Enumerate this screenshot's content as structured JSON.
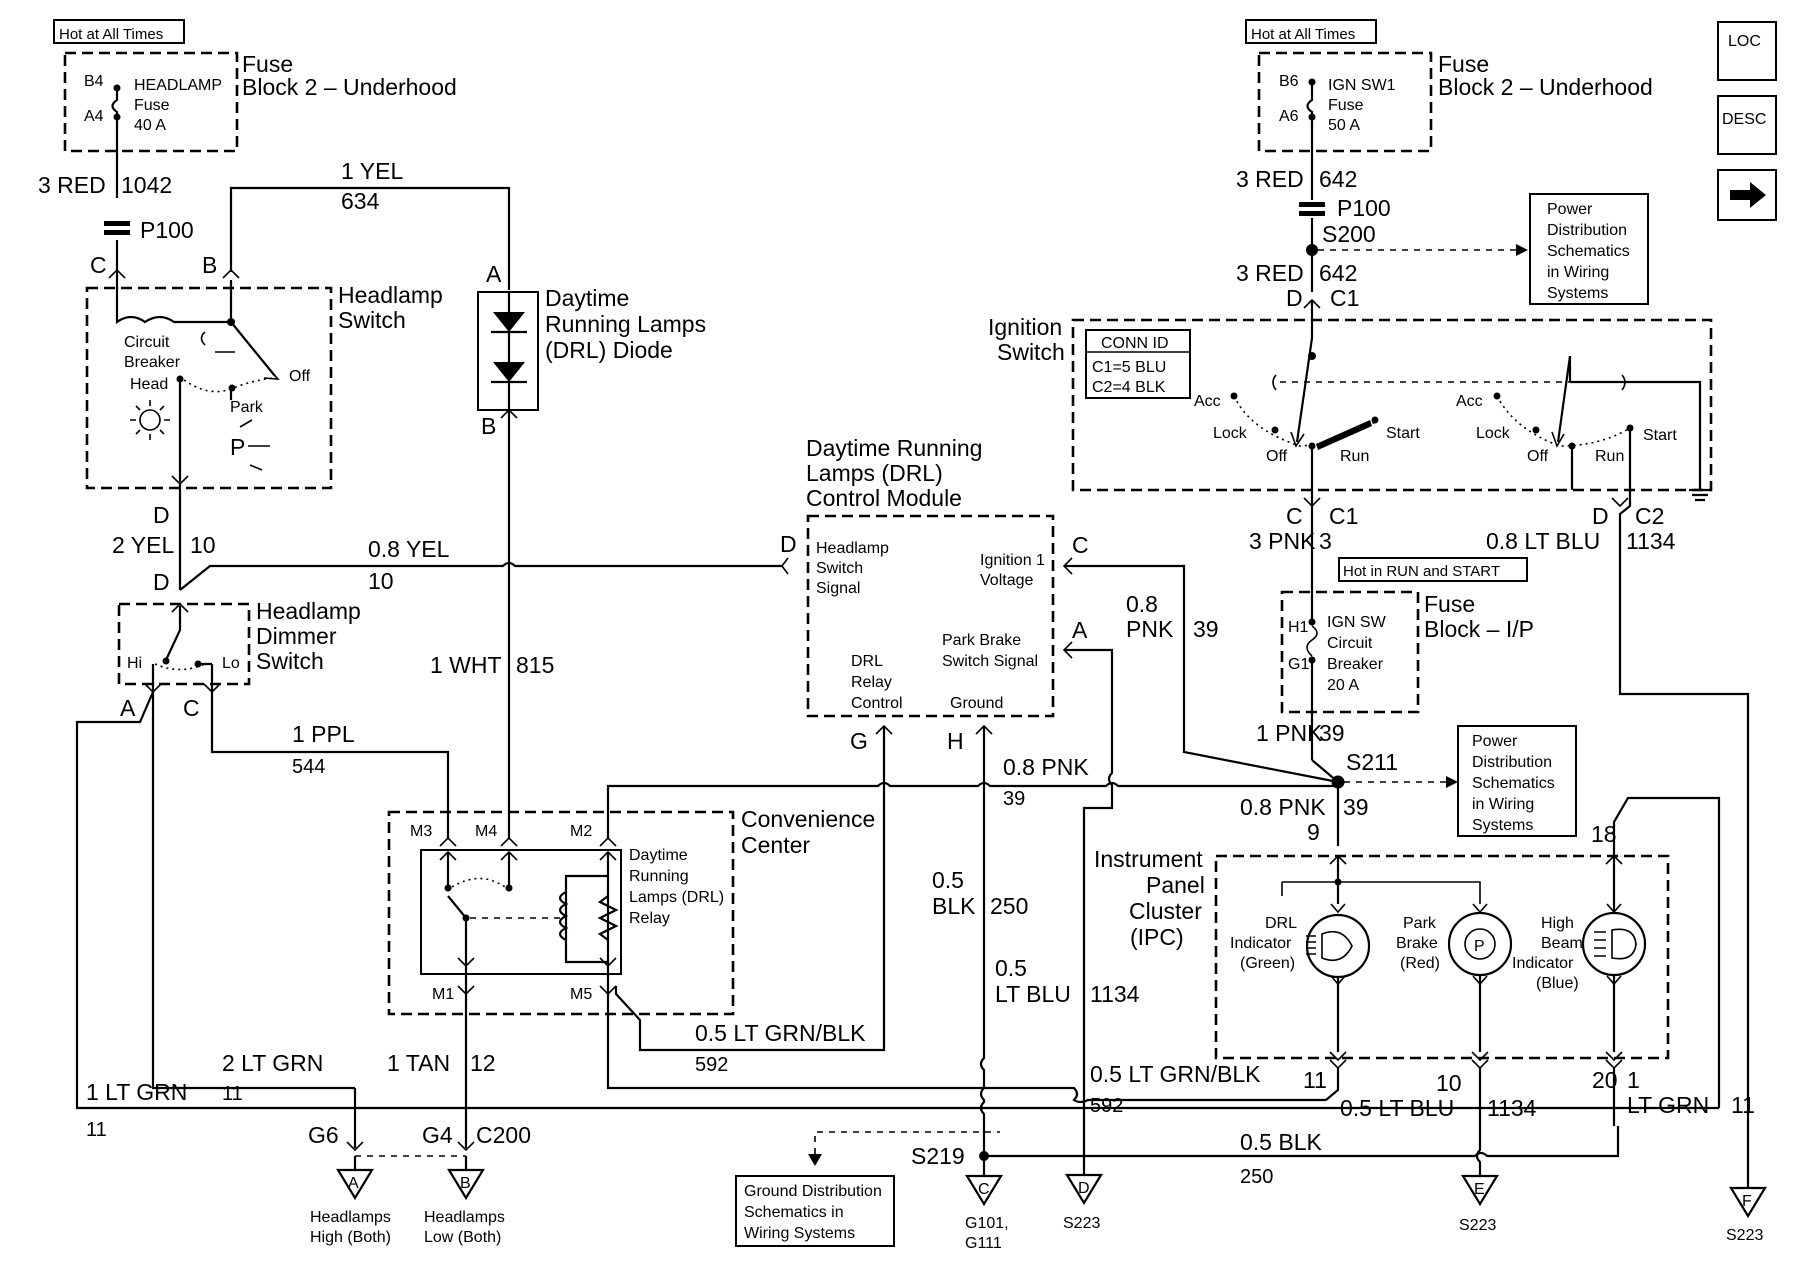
{
  "diagram": {
    "fuse_left": {
      "hot": "Hot at All Times",
      "pin_top": "B4",
      "pin_bot": "A4",
      "name": "HEADLAMP",
      "kind": "Fuse",
      "rating": "40 A",
      "block1": "Fuse",
      "block2": "Block 2 – Underhood"
    },
    "fuse_right": {
      "hot": "Hot at All Times",
      "pin_top": "B6",
      "pin_bot": "A6",
      "name": "IGN SW1",
      "kind": "Fuse",
      "rating": "50 A",
      "block1": "Fuse",
      "block2": "Block 2 – Underhood"
    },
    "nav": {
      "loc": "LOC",
      "desc": "DESC",
      "next": "next"
    },
    "wires": {
      "w_3red_1042": "3 RED",
      "c_1042": "1042",
      "p100_l": "P100",
      "w_1yel": "1 YEL",
      "c_634": "634",
      "w_2yel": "2 YEL",
      "c_10a": "10",
      "w_08yel": "0.8 YEL",
      "c_10b": "10",
      "w_1wht": "1 WHT",
      "c_815": "815",
      "w_1ppl": "1 PPL",
      "c_544": "544",
      "w_2ltgrn": "2 LT GRN",
      "c_11a": "11",
      "w_1ltgrn": "1 LT GRN",
      "c_11b": "11",
      "w_1tan": "1 TAN",
      "c_12": "12",
      "w_05ltgrnblk_a": "0.5 LT GRN/BLK",
      "c_592a": "592",
      "w_05ltgrnblk_b": "0.5 LT GRN/BLK",
      "c_592b": "592",
      "w_08pnk_a": "0.8 PNK",
      "c_39a": "39",
      "w_05blk_a1": "0.5",
      "w_05blk_a2": "BLK",
      "c_250a": "250",
      "w_05ltblu_a1": "0.5",
      "w_05ltblu_a2": "LT BLU",
      "c_1134a": "1134",
      "w_05blk_b": "0.5 BLK",
      "c_250b": "250",
      "w_3red_642a": "3 RED",
      "c_642a": "642",
      "p100_r": "P100",
      "s200": "S200",
      "w_3red_642b": "3 RED",
      "c_642b": "642",
      "w_3pnk": "3 PNK",
      "c_3": "3",
      "w_08ltblu": "0.8 LT BLU",
      "c_1134b": "1134",
      "w_08pnk_b1": "0.8",
      "w_08pnk_b2": "PNK",
      "c_39b": "39",
      "w_1pnk": "1 PNK",
      "c_39c": "39",
      "s211": "S211",
      "w_08pnk_c": "0.8 PNK",
      "c_39d": "39",
      "c_9": "9",
      "c_18": "18",
      "c_11c": "11",
      "c_10c": "10",
      "w_05ltblu_b": "0.5 LT BLU",
      "c_1134c": "1134",
      "c_20": "20",
      "c_1": "1",
      "w_ltgrn": "LT GRN",
      "c_11d": "11"
    },
    "pins": {
      "c": "C",
      "b": "B",
      "d": "D",
      "a": "A",
      "g": "G",
      "h": "H",
      "m1": "M1",
      "m2": "M2",
      "m3": "M3",
      "m4": "M4",
      "m5": "M5",
      "c1": "C1",
      "c2": "C2",
      "h1": "H1",
      "g1": "G1",
      "g6": "G6",
      "g4": "G4",
      "c200": "C200",
      "s219": "S219"
    },
    "headlamp_switch": {
      "t1": "Headlamp",
      "t2": "Switch",
      "cb1": "Circuit",
      "cb2": "Breaker",
      "head": "Head",
      "off": "Off",
      "park": "Park",
      "p": "P"
    },
    "drl_diode": {
      "t1": "Daytime",
      "t2": "Running Lamps",
      "t3": "(DRL) Diode"
    },
    "dimmer": {
      "t1": "Headlamp",
      "t2": "Dimmer",
      "t3": "Switch",
      "hi": "Hi",
      "lo": "Lo"
    },
    "drl_module": {
      "t1": "Daytime Running",
      "t2": "Lamps (DRL)",
      "t3": "Control Module",
      "hs1": "Headlamp",
      "hs2": "Switch",
      "hs3": "Signal",
      "iv1": "Ignition 1",
      "iv2": "Voltage",
      "pb1": "Park Brake",
      "pb2": "Switch Signal",
      "dr1": "DRL",
      "dr2": "Relay",
      "dr3": "Control",
      "gnd": "Ground"
    },
    "convenience": {
      "t1": "Convenience",
      "t2": "Center",
      "r1": "Daytime",
      "r2": "Running",
      "r3": "Lamps (DRL)",
      "r4": "Relay"
    },
    "ignition": {
      "t1": "Ignition",
      "t2": "Switch",
      "conn": "CONN ID",
      "c1": "C1=5 BLU",
      "c2": "C2=4 BLK",
      "acc": "Acc",
      "lock": "Lock",
      "off": "Off",
      "run": "Run",
      "start": "Start"
    },
    "pds1": {
      "l1": "Power",
      "l2": "Distribution",
      "l3": "Schematics",
      "l4": "in Wiring",
      "l5": "Systems"
    },
    "pds2": {
      "l1": "Power",
      "l2": "Distribution",
      "l3": "Schematics",
      "l4": "in Wiring",
      "l5": "Systems"
    },
    "fuse_ip": {
      "hot": "Hot in RUN and START",
      "f1": "IGN SW",
      "f2": "Circuit",
      "f3": "Breaker",
      "f4": "20 A",
      "b1": "Fuse",
      "b2": "Block – I/P"
    },
    "ipc": {
      "t1": "Instrument",
      "t2": "Panel",
      "t3": "Cluster",
      "t4": "(IPC)",
      "drl1": "DRL",
      "drl2": "Indicator",
      "drl3": "(Green)",
      "pb1": "Park",
      "pb2": "Brake",
      "pb3": "(Red)",
      "pbsym": "P",
      "hb1": "High",
      "hb2": "Beam",
      "hb3": "Indicator",
      "hb4": "(Blue)"
    },
    "grounds": {
      "g_a": "A",
      "g_b": "B",
      "g_c": "C",
      "g_d": "D",
      "g_e": "E",
      "g_f": "F",
      "hh1": "Headlamps",
      "hh2": "High (Both)",
      "hl1": "Headlamps",
      "hl2": "Low (Both)",
      "g101": "G101,",
      "g111": "G111",
      "s223a": "S223",
      "s223b": "S223",
      "s223c": "S223",
      "gds1": "Ground Distribution",
      "gds2": "Schematics in",
      "gds3": "Wiring Systems"
    }
  }
}
